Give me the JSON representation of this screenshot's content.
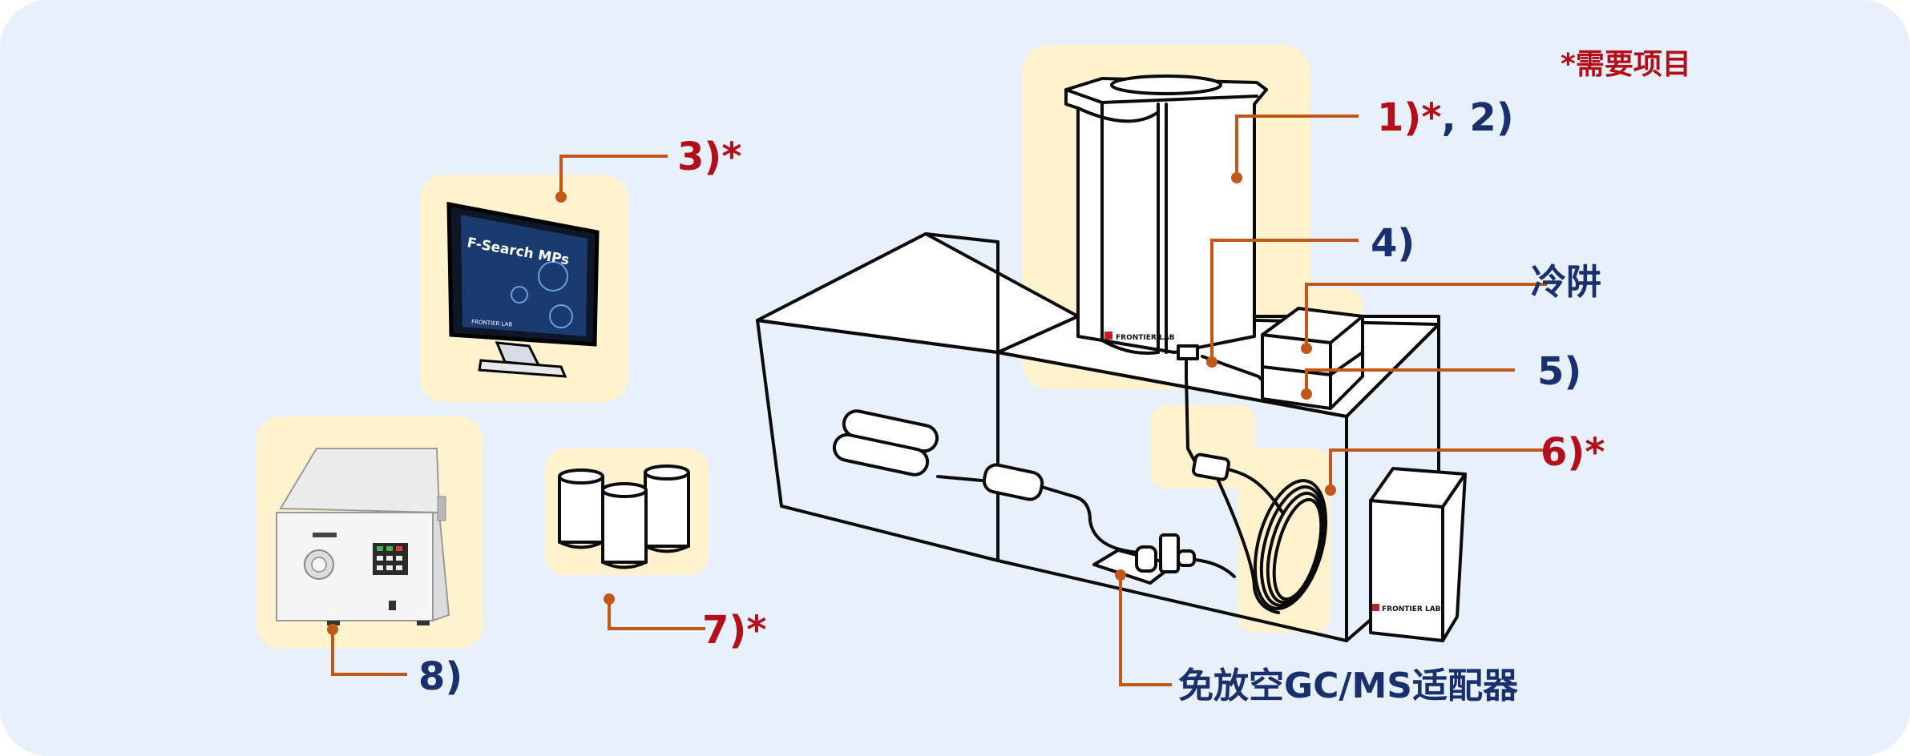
{
  "legend": {
    "required_note": "*需要项目"
  },
  "labels": {
    "l1a": "1)*",
    "l1b": ", 2)",
    "l3": "3)*",
    "l4": "4)",
    "cold_trap": "冷阱",
    "l5": "5)",
    "l6": "6)*",
    "l7": "7)*",
    "l8": "8)",
    "adapter": "免放空GC/MS适配器"
  },
  "monitor": {
    "screen_title": "F-Search MPs",
    "brand": "FRONTIER LAB"
  },
  "brand": {
    "pyrolyzer": "FRONTIER LAB",
    "ms_unit": "FRONTIER LAB"
  },
  "colors": {
    "background": "#e8f0fc",
    "highlight": "#fff3cf",
    "leader": "#c2571a",
    "red_text": "#b20f1a",
    "blue_text": "#1a2f6e"
  }
}
